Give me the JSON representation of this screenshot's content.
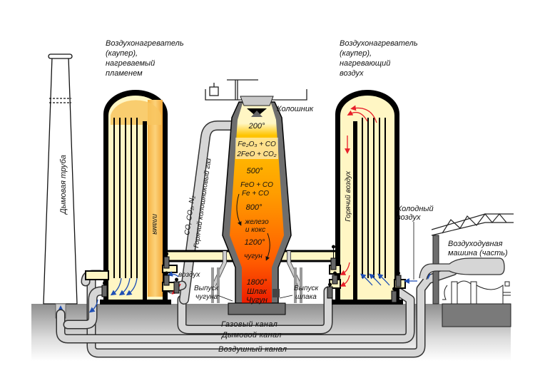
{
  "diagram": {
    "title": "Доменная печь с воздухонагревателями",
    "labels": {
      "stove_left_title": [
        "Воздухонагреватель",
        "(каупер),",
        "нагреваемый",
        "пламенем"
      ],
      "stove_right_title": [
        "Воздухонагреватель",
        "(каупер),",
        "нагревающий",
        "воздух"
      ],
      "chimney": "Дымовая труба",
      "flame": "пламя",
      "hot_air": "Горячий воздух",
      "furnace_top": "Колошник",
      "top_gas_formula": "CO, CO₂, N₂",
      "top_gas": "Горячий колошниковый газ",
      "air": "воздух",
      "iron_tap": [
        "Выпуск",
        "чугуна"
      ],
      "slag_tap": [
        "Выпуск",
        "шлака"
      ],
      "cold_air": [
        "Холодный",
        "воздух"
      ],
      "blower": [
        "Воздуходувная",
        "машина (часть)"
      ],
      "gas_canal": "Газовый канал",
      "smoke_canal": "Дымовой канал",
      "air_canal": "Воздушный канал"
    },
    "furnace_zones": [
      {
        "temp": "200°"
      },
      {
        "reaction": [
          "Fe₂O₃ + CO",
          "2FeO + CO₂"
        ]
      },
      {
        "temp": "500°"
      },
      {
        "reaction": [
          "FeO + CO",
          "Fe + CO"
        ]
      },
      {
        "temp": "800°"
      },
      {
        "text": [
          "железо",
          "и кокс"
        ]
      },
      {
        "temp": "1200°"
      },
      {
        "text": [
          "чугун"
        ]
      },
      {
        "temp": "1800°"
      },
      {
        "text": [
          "Шлак",
          "Чугун"
        ]
      }
    ],
    "icons": {
      "flow_arrow_cold": "blue-arrow-icon",
      "flow_arrow_hot": "red-arrow-icon",
      "valve": "valve-icon"
    },
    "colors": {
      "brick": "#000000",
      "stove_fill": "#fff6c4",
      "flame": "#f7b94a",
      "furnace_shell": "#6e6e6e",
      "furnace_top_zone": "#fff6c4",
      "furnace_mid": "#ffb000",
      "furnace_low": "#ff6a00",
      "furnace_bottom": "#ee2200",
      "pipe": "#d4d4d4",
      "ground": "#9e9e9e",
      "arrow_cold": "#1f4fb5",
      "arrow_hot": "#e8202a"
    }
  }
}
